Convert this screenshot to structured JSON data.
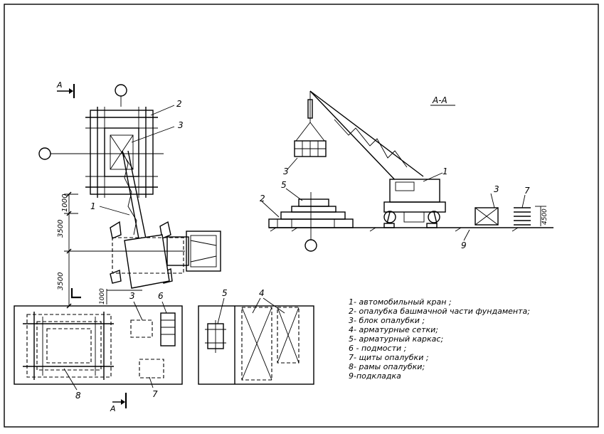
{
  "section_marks": {
    "a_top": "А",
    "a_bottom": "А",
    "section_title": "А-А"
  },
  "callouts": {
    "n1": "1",
    "n2": "2",
    "n3": "3",
    "n4": "4",
    "n5": "5",
    "n6": "6",
    "n7": "7",
    "n8": "8",
    "n9": "9"
  },
  "dimensions": {
    "d1000_top": "1000",
    "d3500_a": "3500",
    "d3500_b": "3500",
    "d1000_bottom": "1000",
    "d4500": "4500"
  },
  "legend": [
    "1- автомобильный кран ;",
    "2- опалубка башмачной части фундамента;",
    "3- блок опалубки ;",
    "4- арматурные сетки;",
    "5- арматурный каркас;",
    "6 - подмости ;",
    "7- щиты опалубки ;",
    "8- рамы опалубки;",
    "9-подкладка"
  ],
  "colors": {
    "ink": "#000000",
    "paper": "#ffffff"
  }
}
